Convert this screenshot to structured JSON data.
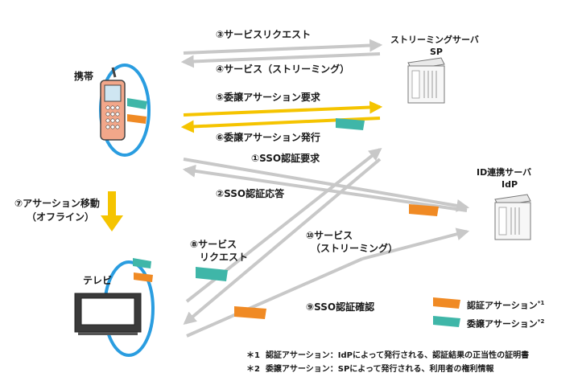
{
  "nodes": {
    "phone": {
      "label": "携帯"
    },
    "tv": {
      "label": "テレビ"
    },
    "sp": {
      "label": "ストリーミングサーバ",
      "sublabel": "SP"
    },
    "idp": {
      "label": "ID連携サーバ",
      "sublabel": "IdP"
    }
  },
  "steps": {
    "s1": "①SSO認証要求",
    "s2": "②SSO認証応答",
    "s3": "③サービスリクエスト",
    "s4": "④サービス（ストリーミング）",
    "s5": "⑤委譲アサーション要求",
    "s6": "⑥委譲アサーション発行",
    "s7a": "⑦アサーション移動",
    "s7b": "（オフライン）",
    "s8a": "⑧サービス",
    "s8b": "リクエスト",
    "s9": "⑨SSO認証確認",
    "s10a": "⑩サービス",
    "s10b": "（ストリーミング）"
  },
  "legend": {
    "auth": {
      "label": "認証アサーション",
      "mark": "*1"
    },
    "deleg": {
      "label": "委譲アサーション",
      "mark": "*2"
    }
  },
  "footnotes": [
    {
      "mark": "＊1",
      "text": "認証アサーション：IdPによって発行される、認証結果の正当性の証明書"
    },
    {
      "mark": "＊2",
      "text": "委譲アサーション：SPによって発行される、利用者の権利情報"
    }
  ],
  "colors": {
    "arrow": "#c8c8c8",
    "highlight": "#f5c400",
    "ring": "#2a9de0",
    "auth": "#f08a24",
    "deleg": "#3fb6a8",
    "phone": "#f2a78a",
    "offline": "#f5c400"
  }
}
